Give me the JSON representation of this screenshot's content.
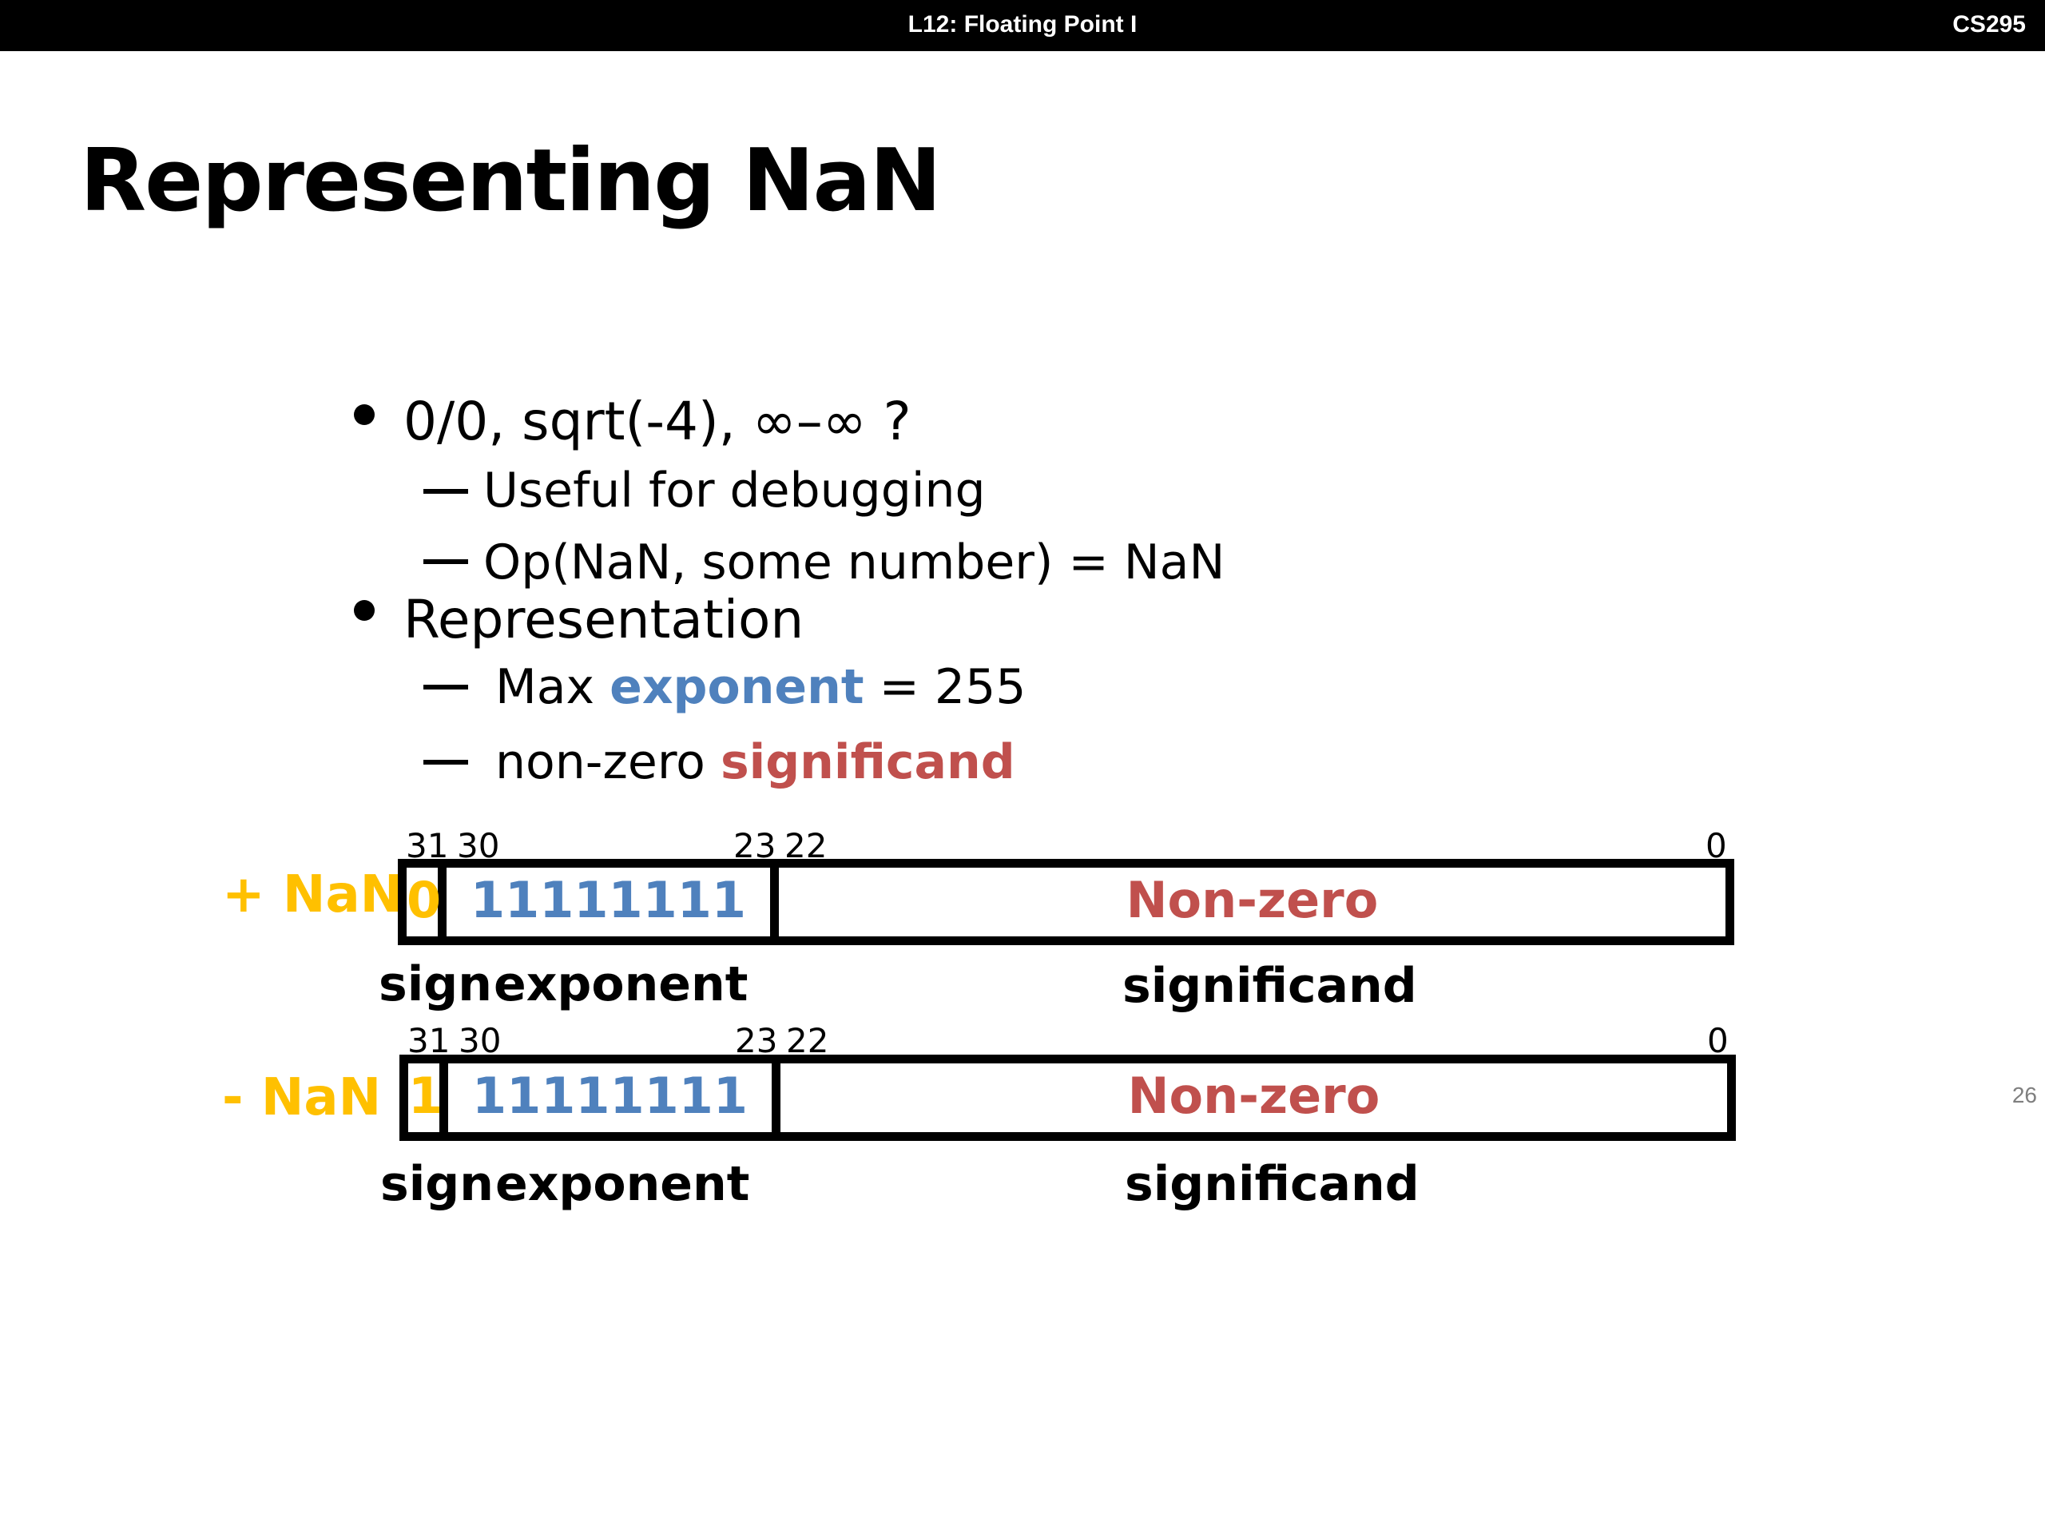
{
  "header": {
    "lecture": "L12: Floating Point I",
    "course": "CS295"
  },
  "title": "Representing NaN",
  "bullets": [
    {
      "text": "0/0, sqrt(-4), ∞–∞ ?",
      "subs": [
        "Useful for debugging",
        "Op(NaN, some number) = NaN"
      ]
    },
    {
      "text": "Representation",
      "subs_rich": [
        {
          "prefix": "Max ",
          "highlight": "exponent",
          "suffix": " = 255"
        },
        {
          "prefix": "non-zero ",
          "highlight": "significand",
          "suffix": ""
        }
      ]
    }
  ],
  "diagrams": [
    {
      "label": "+ NaN",
      "sign": "0",
      "exponent": "11111111",
      "significand": "Non-zero",
      "bits": {
        "b31": "31",
        "b30": "30",
        "b23": "23",
        "b22": "22",
        "b0": "0"
      },
      "captions": {
        "sign": "sign",
        "exponent": "exponent",
        "significand": "significand"
      }
    },
    {
      "label": "-  NaN",
      "sign": "1",
      "exponent": "11111111",
      "significand": "Non-zero",
      "bits": {
        "b31": "31",
        "b30": "30",
        "b23": "23",
        "b22": "22",
        "b0": "0"
      },
      "captions": {
        "sign": "sign",
        "exponent": "exponent",
        "significand": "significand"
      }
    }
  ],
  "page_number": "26",
  "colors": {
    "sign": "#ffc000",
    "exponent": "#4f81bd",
    "significand": "#c0504d"
  }
}
